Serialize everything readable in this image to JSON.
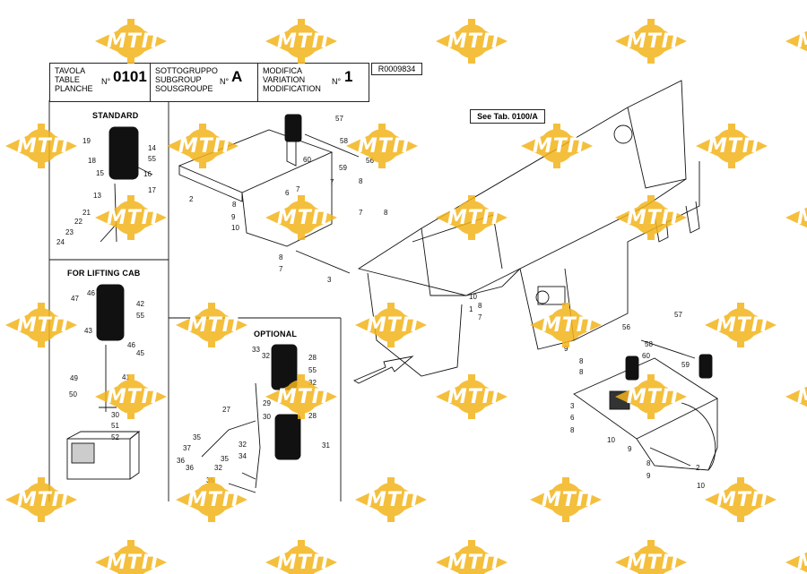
{
  "header": {
    "table": {
      "labels": [
        "TAVOLA",
        "TABLE",
        "PLANCHE"
      ],
      "no_label": "N°",
      "value": "0101"
    },
    "subgroup": {
      "labels": [
        "SOTTOGRUPPO",
        "SUBGROUP",
        "SOUSGROUPE"
      ],
      "no_label": "N°",
      "value": "A"
    },
    "modification": {
      "labels": [
        "MODIFICA",
        "VARIATION",
        "MODIFICATION"
      ],
      "no_label": "N°",
      "value": "1"
    },
    "code": "R0009834"
  },
  "see_reference": "See Tab. 0100/A",
  "sections": {
    "standard": "STANDARD",
    "lifting_cab": "FOR LIFTING CAB",
    "optional": "OPTIONAL"
  },
  "watermark": {
    "text": "МТП",
    "color": "#f3b41b"
  },
  "callouts": {
    "main": [
      "57",
      "58",
      "59",
      "60",
      "56",
      "2",
      "8",
      "9",
      "10",
      "6",
      "7",
      "8",
      "7",
      "3",
      "8",
      "7",
      "7",
      "8",
      "10",
      "9",
      "8",
      "8",
      "1",
      "3",
      "10",
      "9",
      "8",
      "6",
      "8",
      "9",
      "10",
      "56",
      "57",
      "60",
      "58",
      "59",
      "7",
      "8",
      "2"
    ],
    "standard": [
      "19",
      "18",
      "15",
      "14",
      "55",
      "16",
      "17",
      "13",
      "21",
      "22",
      "23",
      "24"
    ],
    "lifting_cab": [
      "47",
      "46",
      "42",
      "55",
      "43",
      "45",
      "46",
      "49",
      "50",
      "41",
      "30",
      "51",
      "52"
    ],
    "optional": [
      "33",
      "32",
      "28",
      "55",
      "32",
      "27",
      "29",
      "30",
      "28",
      "35",
      "32",
      "37",
      "31",
      "36",
      "35",
      "32",
      "34",
      "35",
      "36"
    ]
  },
  "colors": {
    "line": "#111111",
    "watermark": "#f3b41b"
  }
}
